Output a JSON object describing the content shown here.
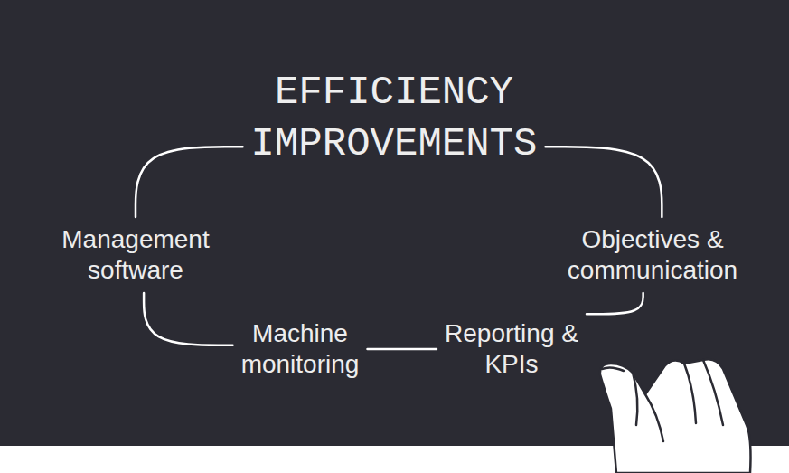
{
  "diagram": {
    "nodes": [
      {
        "text": [
          "EFFICIENCY IMPROVEMENTS"
        ]
      },
      {
        "text": [
          "Management software"
        ]
      },
      {
        "text": [
          "Machine monitoring"
        ]
      },
      {
        "text": [
          "Reporting & KPIs"
        ]
      },
      {
        "text": [
          "Objectives & communication"
        ]
      }
    ],
    "edges": [
      {
        "from": 0,
        "to": 1,
        "arrow": "none"
      },
      {
        "from": 1,
        "to": 2,
        "arrow": "none"
      },
      {
        "from": 2,
        "to": 3,
        "arrow": "none"
      },
      {
        "from": 3,
        "to": 4,
        "arrow": "none"
      },
      {
        "from": 4,
        "to": 0,
        "arrow": "none"
      }
    ]
  }
}
